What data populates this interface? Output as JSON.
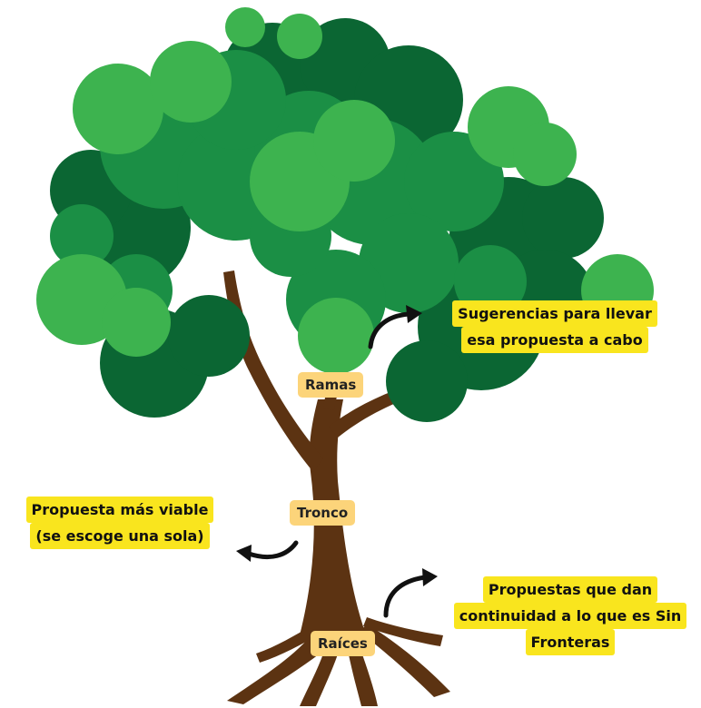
{
  "colors": {
    "foliage_light": "#3db34f",
    "foliage_mid": "#1b8f45",
    "foliage_dark": "#0b6633",
    "trunk": "#5c3312",
    "label_tag": "#fcd47a",
    "note_highlight": "#f9e51e",
    "arrow": "#111111"
  },
  "labels": {
    "ramas": "Ramas",
    "tronco": "Tronco",
    "raices": "Raíces"
  },
  "notes": {
    "ramas": {
      "line1": "Sugerencias para llevar",
      "line2": "esa propuesta a cabo"
    },
    "tronco": {
      "line1": "Propuesta más viable",
      "line2": "(se escoge una sola)"
    },
    "raices": {
      "line1": "Propuestas que dan",
      "line2": "continuidad a lo que es Sin",
      "line3": "Fronteras"
    }
  },
  "icons": {
    "ramas_arrow": "curved-arrow-up-right-icon",
    "tronco_arrow": "curved-arrow-left-icon",
    "raices_arrow": "curved-arrow-up-right-icon"
  }
}
